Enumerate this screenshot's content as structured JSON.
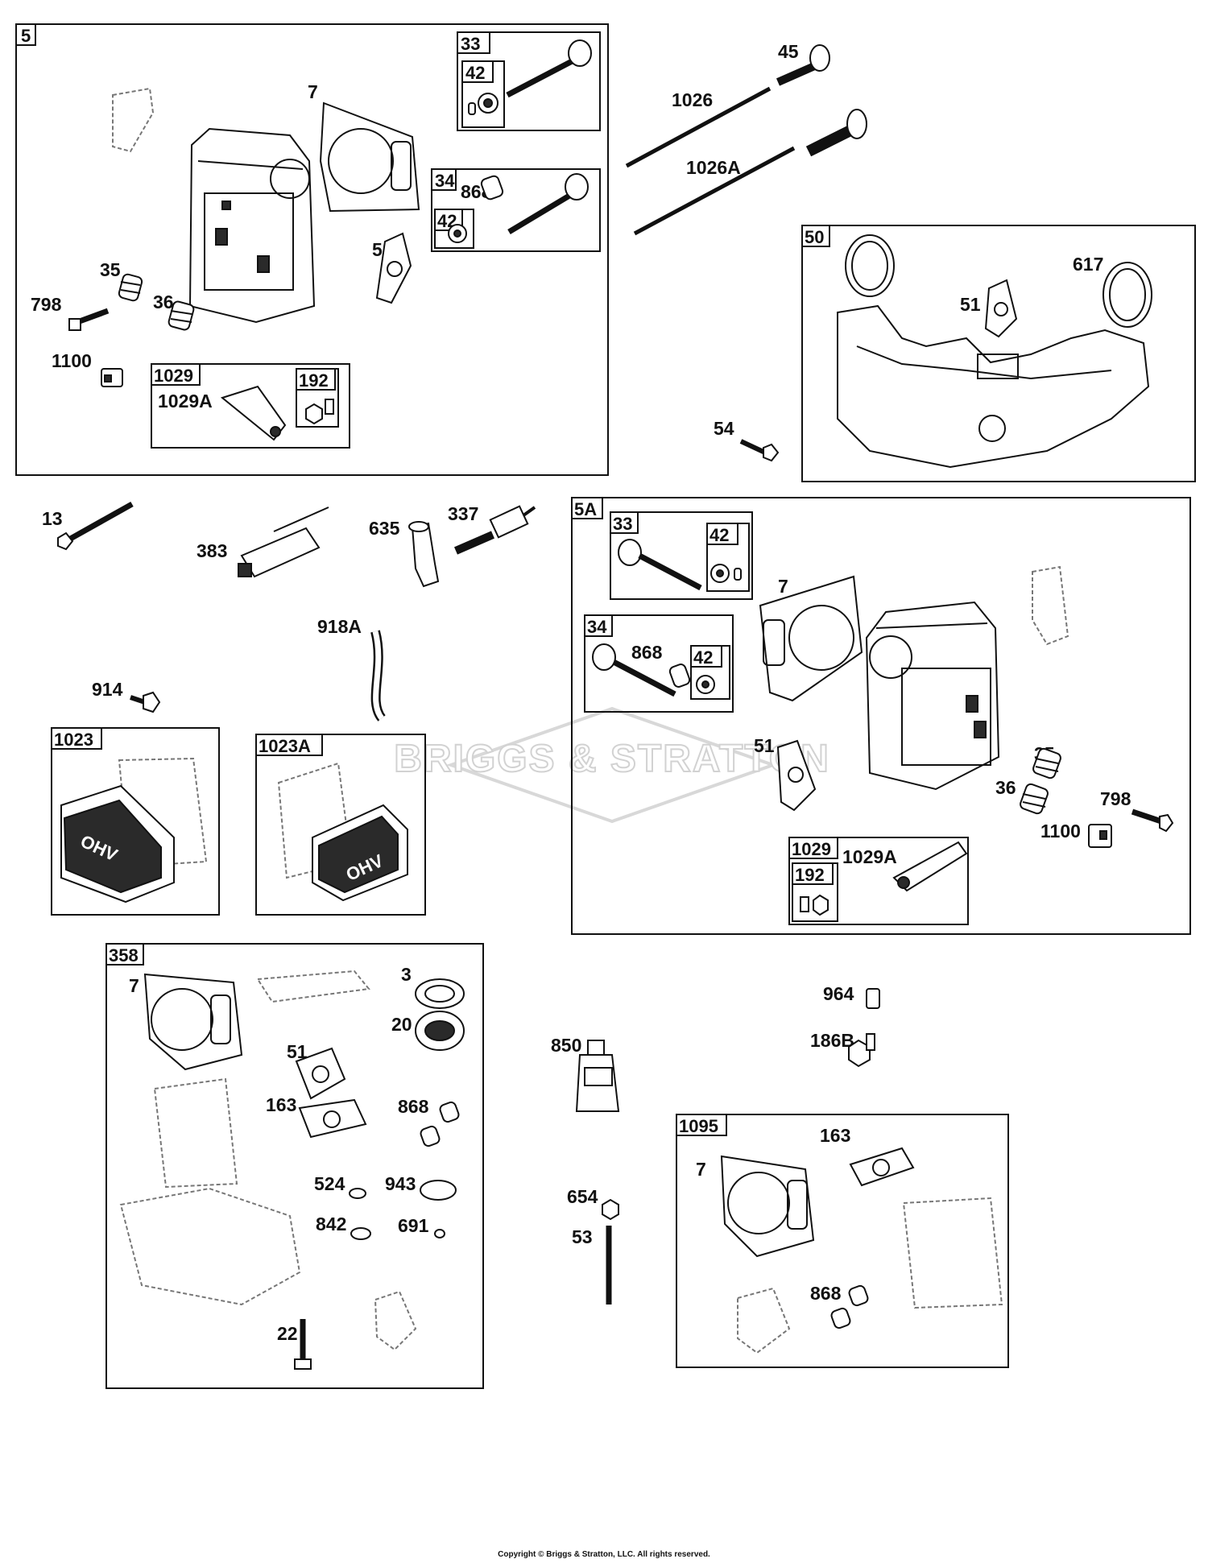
{
  "watermark": "BRIGGS & STRATTON",
  "copyright": "Copyright © Briggs & Stratton, LLC. All rights reserved.",
  "boxes": {
    "b5": "5",
    "b33": "33",
    "b42a": "42",
    "b34": "34",
    "b42b": "42",
    "b1029": "1029",
    "b192": "192",
    "b50": "50",
    "b5A": "5A",
    "b33A": "33",
    "b42c": "42",
    "b34A": "34",
    "b42d": "42",
    "b1029A": "1029",
    "b192A": "192",
    "b1023": "1023",
    "b1023A": "1023A",
    "b358": "358",
    "b1095": "1095"
  },
  "labels": {
    "l7a": "7",
    "l868a": "868",
    "l51a": "51",
    "l35a": "35",
    "l36a": "36",
    "l798a": "798",
    "l1100a": "1100",
    "l1029Aa": "1029A",
    "l45": "45",
    "l1026": "1026",
    "l1026A": "1026A",
    "l617": "617",
    "l51b": "51",
    "l54": "54",
    "l13": "13",
    "l383": "383",
    "l635": "635",
    "l337": "337",
    "l918A": "918A",
    "l914": "914",
    "l7b": "7",
    "l868b": "868",
    "l51c": "51",
    "l35b": "35",
    "l36b": "36",
    "l798b": "798",
    "l1100b": "1100",
    "l1029Ab": "1029A",
    "l7c": "7",
    "l3": "3",
    "l20": "20",
    "l51d": "51",
    "l163a": "163",
    "l868c": "868",
    "l524": "524",
    "l943": "943",
    "l842": "842",
    "l691": "691",
    "l22": "22",
    "l964": "964",
    "l186B": "186B",
    "l850": "850",
    "l654": "654",
    "l53": "53",
    "l163b": "163",
    "l7d": "7",
    "l868d": "868"
  }
}
